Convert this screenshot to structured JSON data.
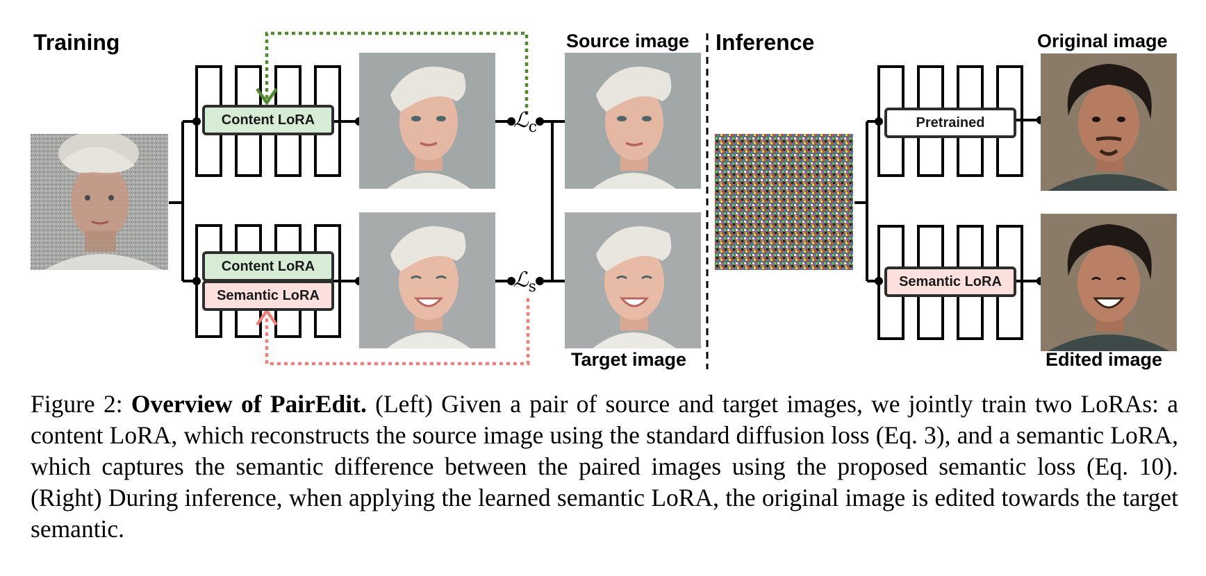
{
  "figure": {
    "section_training": "Training",
    "section_inference": "Inference",
    "label_source": "Source image",
    "label_target": "Target image",
    "label_original": "Original image",
    "label_edited": "Edited image",
    "content_lora": "Content LoRA",
    "semantic_lora": "Semantic LoRA",
    "pretrained": "Pretrained",
    "loss_content_symbol": "ℒ",
    "loss_content_sub": "c",
    "loss_semantic_symbol": "ℒ",
    "loss_semantic_sub": "s",
    "colors": {
      "content_green": "#d7ecd5",
      "semantic_pink": "#fbe0de",
      "green_arrow": "#4f8a2d",
      "pink_arrow": "#ef7f78"
    }
  },
  "caption": {
    "prefix": "Figure 2: ",
    "title": "Overview of PairEdit.",
    "body": " (Left) Given a pair of source and target images, we jointly train two LoRAs: a content LoRA, which reconstructs the source image using the standard diffusion loss (Eq. 3), and a semantic LoRA, which captures the semantic difference between the paired images using the proposed semantic loss (Eq. 10). (Right) During inference, when applying the learned semantic LoRA, the original image is edited towards the target semantic."
  }
}
